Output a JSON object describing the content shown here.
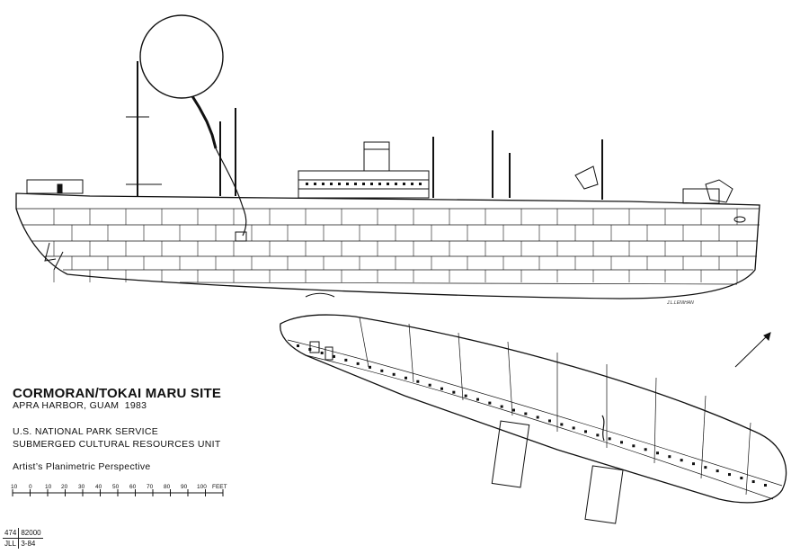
{
  "title": "CORMORAN/TOKAI MARU SITE",
  "location": "APRA HARBOR, GUAM",
  "year": "1983",
  "agency": "U.S. NATIONAL PARK SERVICE",
  "unit": "SUBMERGED CULTURAL RESOURCES UNIT",
  "caption": "Artist’s Planimetric Perspective",
  "scale": {
    "ticks": [
      "10",
      "0",
      "10",
      "20",
      "30",
      "40",
      "50",
      "60",
      "70",
      "80",
      "90",
      "100"
    ],
    "unit": "FEET"
  },
  "catalog": {
    "row1_left": "474",
    "row1_right": "82000",
    "row2_left": "JLL",
    "row2_right": "3-84"
  },
  "artist_credit": "J.L.LENIHAN",
  "colors": {
    "ink": "#111111",
    "paper": "#ffffff"
  },
  "icons": [
    "north-arrow-icon",
    "buoy-icon",
    "anchor-chain-icon"
  ]
}
